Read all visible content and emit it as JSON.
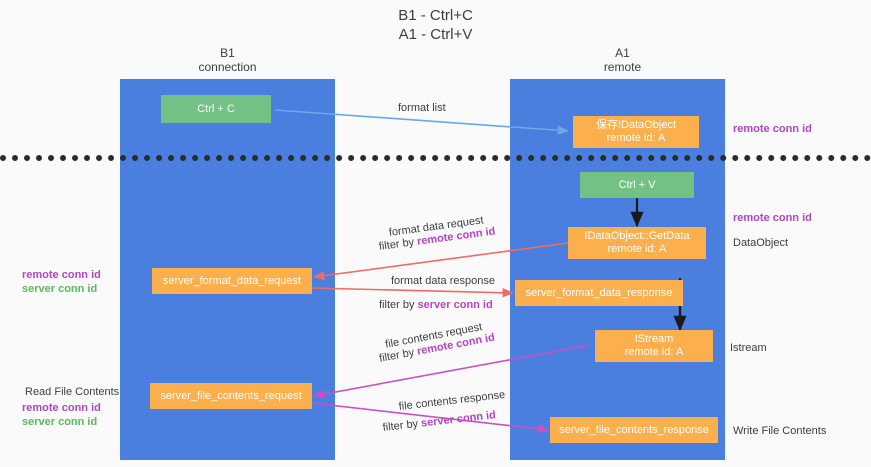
{
  "title": "B1 - Ctrl+C\nA1 - Ctrl+V",
  "lanes": [
    {
      "name": "b1-lane",
      "heading": "B1\nconnection"
    },
    {
      "name": "a1-lane",
      "heading": "A1\nremote"
    }
  ],
  "nodes": {
    "ctrl_c": "Ctrl + C",
    "save_idataobject": "保存IDataObject\nremote id: A",
    "ctrl_v": "Ctrl + V",
    "getdata": "IDataObject::GetData\nremote id: A",
    "server_format_data_request": "server_format_data_request",
    "server_format_data_response": "server_format_data_response",
    "istream": "IStream\nremote id: A",
    "server_file_contents_request": "server_file_contents_request",
    "server_file_contents_response": "server_file_contents_response"
  },
  "right_labels": {
    "remote_conn_id_top": "remote conn id",
    "remote_conn_id_mid": "remote conn id",
    "dataobject": "DataObject",
    "istream": "Istream",
    "write_file_contents": "Write File Contents"
  },
  "left_labels": {
    "remote_conn_id": "remote conn id",
    "server_conn_id": "server conn id",
    "read_file_contents": "Read File Contents",
    "remote_conn_id_2": "remote conn id",
    "server_conn_id_2": "server conn id"
  },
  "edges": {
    "format_list": "format list",
    "format_data_request": "format data request",
    "filter_by_remote_conn_id_1_prefix": "filter by ",
    "filter_by_remote_conn_id_1_hl": "remote conn id",
    "format_data_response": "format data response",
    "filter_by_server_conn_id_1_prefix": "filter by ",
    "filter_by_server_conn_id_1_hl": "server conn id",
    "file_contents_request": "file contents request",
    "filter_by_remote_conn_id_2_prefix": "filter by ",
    "filter_by_remote_conn_id_2_hl": "remote conn id",
    "file_contents_response": "file contents response",
    "filter_by_server_conn_id_2_prefix": "filter by ",
    "filter_by_server_conn_id_2_hl": "server conn id"
  },
  "colors": {
    "lane": "#4a7fe0",
    "green_node": "#74c186",
    "orange_node": "#fbb04d",
    "purple": "#b146c2",
    "green_text": "#5cb85c",
    "blue_arrow": "#6aa8e8",
    "red_arrow": "#ef6b63",
    "magenta_arrow": "#cc4fc4",
    "black_arrow": "#1a1a1a",
    "divider": "#2b2b2b",
    "background": "#fafafa"
  }
}
